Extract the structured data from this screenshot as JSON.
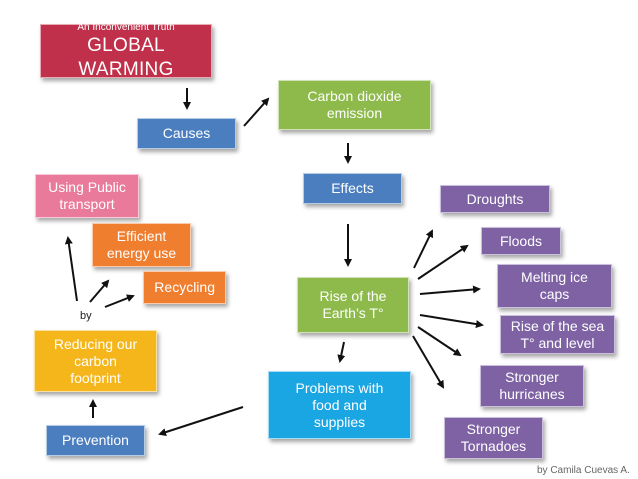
{
  "title": {
    "subtitle": "An Inconvenient Truth",
    "main": "GLOBAL WARMING"
  },
  "nodes": {
    "causes": "Causes",
    "co2_line1": "Carbon dioxide",
    "co2_line2": "emission",
    "effects": "Effects",
    "rise_line1": "Rise of the",
    "rise_line2": "Earth’s T°",
    "problems_line1": "Problems with",
    "problems_line2": "food and",
    "problems_line3": "supplies",
    "public_line1": "Using Public",
    "public_line2": "transport",
    "efficient_line1": "Efficient",
    "efficient_line2": "energy use",
    "recycling": "Recycling",
    "reducing_line1": "Reducing our",
    "reducing_line2": "carbon",
    "reducing_line3": "footprint",
    "prevention": "Prevention",
    "droughts": "Droughts",
    "floods": "Floods",
    "melting_line1": "Melting ice",
    "melting_line2": "caps",
    "sealevel_line1": "Rise of the sea",
    "sealevel_line2": "T° and level",
    "hurricanes_line1": "Stronger",
    "hurricanes_line2": "hurricanes",
    "tornadoes_line1": "Stronger",
    "tornadoes_line2": "Tornadoes"
  },
  "by_label": "by",
  "credit": "by Camila Cuevas A.",
  "colors": {
    "title": "#c0304a",
    "blue": "#4a7ebf",
    "green": "#8dba4a",
    "cyan": "#1aa5e3",
    "purple": "#7e62a4",
    "pink": "#e97a9b",
    "orange": "#f07e2f",
    "yellow": "#f4b61a"
  }
}
